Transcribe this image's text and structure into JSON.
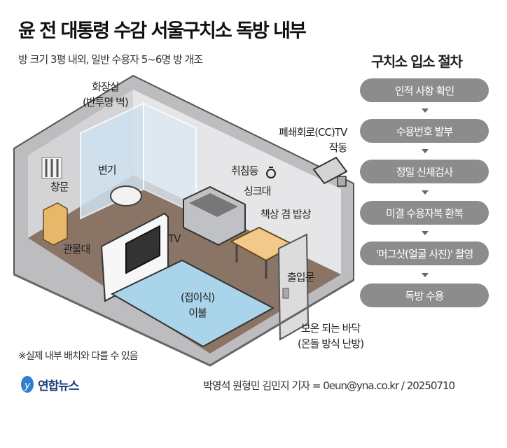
{
  "header": {
    "title": "윤 전 대통령 수감 서울구치소 독방 내부",
    "subtitle": "방 크기 3평 내외, 일반 수용자 5~6명 방 개조"
  },
  "procedure": {
    "title": "구치소 입소 절차",
    "steps": [
      "인적 사항 확인",
      "수용번호 발부",
      "정밀 신체검사",
      "미결 수용자복 환복",
      "'머그샷(얼굴 사진)' 촬영",
      "독방 수용"
    ]
  },
  "labels": {
    "toilet_room": [
      "화장실",
      "(반투명 벽)"
    ],
    "toilet": "변기",
    "window": "창문",
    "shelf": "관물대",
    "tv": "TV",
    "night_light": "취침등",
    "sink": "싱크대",
    "desk": "책상 겸 밥상",
    "cctv": [
      "폐쇄회로(CC)TV",
      "작동"
    ],
    "door": "출입문",
    "bedding": [
      "(접이식)",
      "이불"
    ],
    "floor": [
      "보온 되는 바닥",
      "(온돌 방식 난방)"
    ]
  },
  "footnote": "※실제 내부 배치와 다를 수 있음",
  "footer": {
    "logo": "연합뉴스",
    "credit": "박영석 원형민 김민지 기자 = 0eun@yna.co.kr / 20250710"
  },
  "colors": {
    "step_bg": "#8c8c8c",
    "floor": "#8a7466",
    "wall": "#d9d9db",
    "glass": "#cfe2ef",
    "bedding": "#a9d4ea",
    "logo": "#1d3b7a"
  }
}
